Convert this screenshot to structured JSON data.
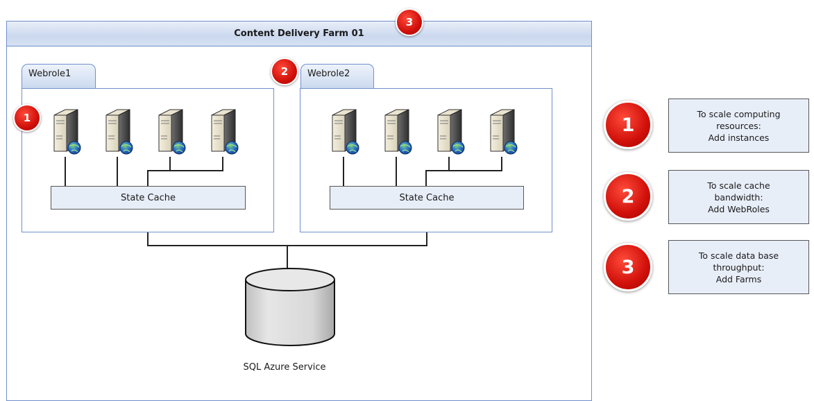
{
  "farm": {
    "title": "Content Delivery Farm 01",
    "badge": "3"
  },
  "webroles": [
    {
      "label": "Webrole1",
      "badge": "1",
      "cache_label": "State Cache",
      "server_count": 4
    },
    {
      "label": "Webrole2",
      "badge": "2",
      "cache_label": "State Cache",
      "server_count": 4
    }
  ],
  "database": {
    "label": "SQL Azure Service"
  },
  "legend": [
    {
      "badge": "1",
      "lines": [
        "To scale computing",
        "resources:",
        "Add instances"
      ]
    },
    {
      "badge": "2",
      "lines": [
        "To scale cache",
        "bandwidth:",
        "Add WebRoles"
      ]
    },
    {
      "badge": "3",
      "lines": [
        "To scale data base",
        "throughput:",
        "Add Farms"
      ]
    }
  ],
  "colors": {
    "badge_red": "#d0100a",
    "border_blue": "#6f8fcc",
    "fill_light_blue": "#e8eef8"
  }
}
